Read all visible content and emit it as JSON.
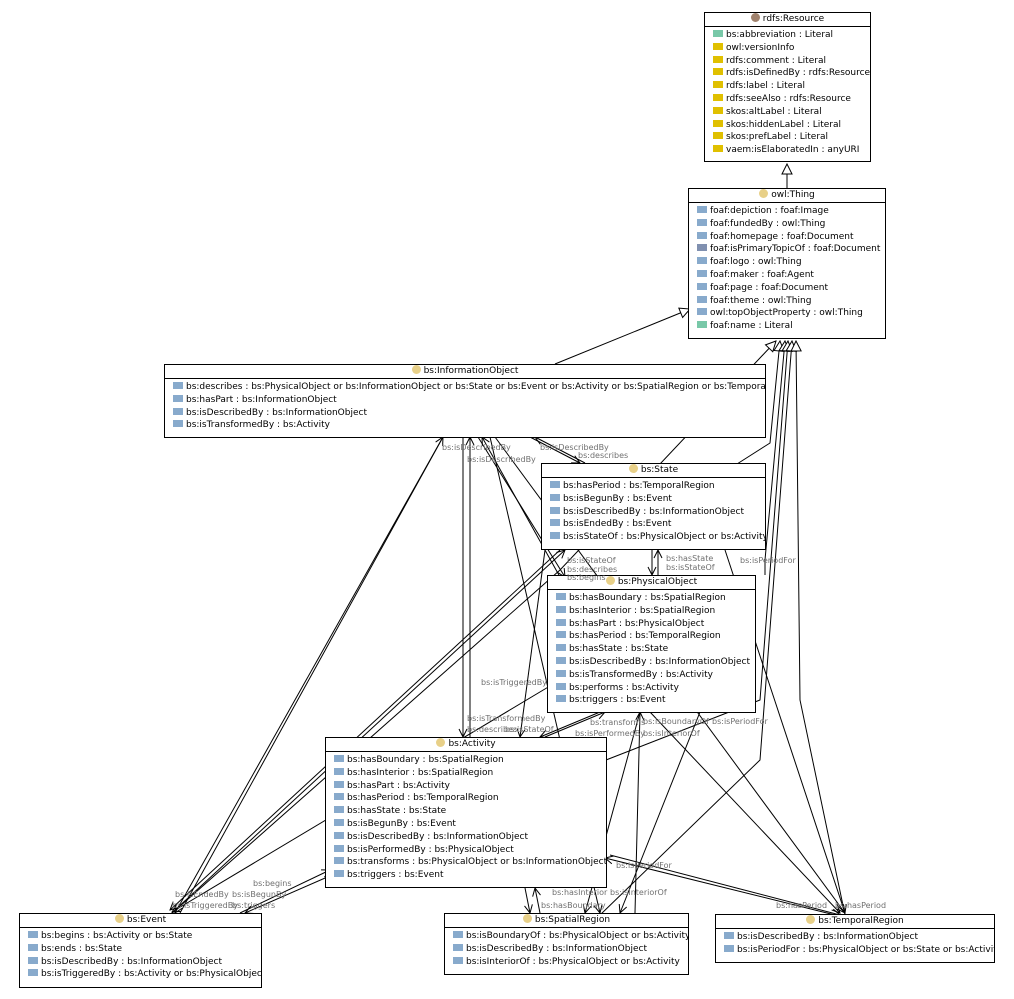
{
  "colors": {
    "resource_icon": "#a0826d",
    "class_icon": "#e8d088",
    "literal_attr": "#78c8a8",
    "annotation_attr": "#e0c000",
    "object_attr": "#88aacc",
    "inverse_attr": "#8090b0"
  },
  "classes": [
    {
      "id": "resource",
      "title": "rdfs:Resource",
      "icon": "resource-icon",
      "attributes": [
        {
          "label": "bs:abbreviation : Literal",
          "kind": "literal"
        },
        {
          "label": "owl:versionInfo",
          "kind": "annotation"
        },
        {
          "label": "rdfs:comment : Literal",
          "kind": "annotation"
        },
        {
          "label": "rdfs:isDefinedBy : rdfs:Resource",
          "kind": "annotation"
        },
        {
          "label": "rdfs:label : Literal",
          "kind": "annotation"
        },
        {
          "label": "rdfs:seeAlso : rdfs:Resource",
          "kind": "annotation"
        },
        {
          "label": "skos:altLabel : Literal",
          "kind": "annotation"
        },
        {
          "label": "skos:hiddenLabel : Literal",
          "kind": "annotation"
        },
        {
          "label": "skos:prefLabel : Literal",
          "kind": "annotation"
        },
        {
          "label": "vaem:isElaboratedIn : anyURI",
          "kind": "annotation"
        }
      ]
    },
    {
      "id": "thing",
      "title": "owl:Thing",
      "icon": "class-icon",
      "attributes": [
        {
          "label": "foaf:depiction : foaf:Image",
          "kind": "object"
        },
        {
          "label": "foaf:fundedBy : owl:Thing",
          "kind": "object"
        },
        {
          "label": "foaf:homepage : foaf:Document",
          "kind": "object"
        },
        {
          "label": "foaf:isPrimaryTopicOf : foaf:Document",
          "kind": "inverse"
        },
        {
          "label": "foaf:logo : owl:Thing",
          "kind": "object"
        },
        {
          "label": "foaf:maker : foaf:Agent",
          "kind": "object"
        },
        {
          "label": "foaf:page : foaf:Document",
          "kind": "object"
        },
        {
          "label": "foaf:theme : owl:Thing",
          "kind": "object"
        },
        {
          "label": "owl:topObjectProperty : owl:Thing",
          "kind": "object"
        },
        {
          "label": "foaf:name : Literal",
          "kind": "literal"
        }
      ]
    },
    {
      "id": "information-object",
      "title": "bs:InformationObject",
      "icon": "class-icon",
      "attributes": [
        {
          "label": "bs:describes : bs:PhysicalObject or bs:InformationObject or bs:State or bs:Event or bs:Activity or bs:SpatialRegion or bs:TemporalRegion",
          "kind": "object"
        },
        {
          "label": "bs:hasPart : bs:InformationObject",
          "kind": "object"
        },
        {
          "label": "bs:isDescribedBy : bs:InformationObject",
          "kind": "object"
        },
        {
          "label": "bs:isTransformedBy : bs:Activity",
          "kind": "object"
        }
      ]
    },
    {
      "id": "state",
      "title": "bs:State",
      "icon": "class-icon",
      "attributes": [
        {
          "label": "bs:hasPeriod : bs:TemporalRegion",
          "kind": "object"
        },
        {
          "label": "bs:isBegunBy : bs:Event",
          "kind": "object"
        },
        {
          "label": "bs:isDescribedBy : bs:InformationObject",
          "kind": "object"
        },
        {
          "label": "bs:isEndedBy : bs:Event",
          "kind": "object"
        },
        {
          "label": "bs:isStateOf : bs:PhysicalObject or bs:Activity",
          "kind": "object"
        }
      ]
    },
    {
      "id": "physical-object",
      "title": "bs:PhysicalObject",
      "icon": "class-icon",
      "attributes": [
        {
          "label": "bs:hasBoundary : bs:SpatialRegion",
          "kind": "object"
        },
        {
          "label": "bs:hasInterior : bs:SpatialRegion",
          "kind": "object"
        },
        {
          "label": "bs:hasPart : bs:PhysicalObject",
          "kind": "object"
        },
        {
          "label": "bs:hasPeriod : bs:TemporalRegion",
          "kind": "object"
        },
        {
          "label": "bs:hasState : bs:State",
          "kind": "object"
        },
        {
          "label": "bs:isDescribedBy : bs:InformationObject",
          "kind": "object"
        },
        {
          "label": "bs:isTransformedBy : bs:Activity",
          "kind": "object"
        },
        {
          "label": "bs:performs : bs:Activity",
          "kind": "object"
        },
        {
          "label": "bs:triggers : bs:Event",
          "kind": "object"
        }
      ]
    },
    {
      "id": "activity",
      "title": "bs:Activity",
      "icon": "class-icon",
      "attributes": [
        {
          "label": "bs:hasBoundary : bs:SpatialRegion",
          "kind": "object"
        },
        {
          "label": "bs:hasInterior : bs:SpatialRegion",
          "kind": "object"
        },
        {
          "label": "bs:hasPart : bs:Activity",
          "kind": "object"
        },
        {
          "label": "bs:hasPeriod : bs:TemporalRegion",
          "kind": "object"
        },
        {
          "label": "bs:hasState : bs:State",
          "kind": "object"
        },
        {
          "label": "bs:isBegunBy : bs:Event",
          "kind": "object"
        },
        {
          "label": "bs:isDescribedBy : bs:InformationObject",
          "kind": "object"
        },
        {
          "label": "bs:isPerformedBy : bs:PhysicalObject",
          "kind": "object"
        },
        {
          "label": "bs:transforms : bs:PhysicalObject or bs:InformationObject",
          "kind": "object"
        },
        {
          "label": "bs:triggers : bs:Event",
          "kind": "object"
        }
      ]
    },
    {
      "id": "event",
      "title": "bs:Event",
      "icon": "class-icon",
      "attributes": [
        {
          "label": "bs:begins : bs:Activity or bs:State",
          "kind": "object"
        },
        {
          "label": "bs:ends : bs:State",
          "kind": "object"
        },
        {
          "label": "bs:isDescribedBy : bs:InformationObject",
          "kind": "object"
        },
        {
          "label": "bs:isTriggeredBy : bs:Activity or bs:PhysicalObject",
          "kind": "object"
        }
      ]
    },
    {
      "id": "spatial-region",
      "title": "bs:SpatialRegion",
      "icon": "class-icon",
      "attributes": [
        {
          "label": "bs:isBoundaryOf : bs:PhysicalObject or bs:Activity",
          "kind": "object"
        },
        {
          "label": "bs:isDescribedBy : bs:InformationObject",
          "kind": "object"
        },
        {
          "label": "bs:isInteriorOf : bs:PhysicalObject or bs:Activity",
          "kind": "object"
        }
      ]
    },
    {
      "id": "temporal-region",
      "title": "bs:TemporalRegion",
      "icon": "class-icon",
      "attributes": [
        {
          "label": "bs:isDescribedBy : bs:InformationObject",
          "kind": "object"
        },
        {
          "label": "bs:isPeriodFor : bs:PhysicalObject or bs:State or bs:Activity",
          "kind": "object"
        }
      ]
    }
  ],
  "edge_labels": [
    "bs:isDescribedBy",
    "bs:isDescribedBy",
    "bs:describes",
    "bs:isDescribedBy",
    "bs:hasState",
    "bs:isStateOf",
    "bs:isStateOf",
    "bs:describes",
    "bs:begins",
    "bs:isPeriodFor",
    "bs:isTriggeredBy",
    "bs:isTransformedBy",
    "bs:describes",
    "bs:isStateOf",
    "bs:transforms",
    "bs:isBoundaryOf",
    "bs:isPeriodFor",
    "bs:isPerformedBy",
    "bs:isInteriorOf",
    "bs:isPeriodFor",
    "bs:isEndedBy",
    "bs:isBegunBy",
    "bs:isTriggeredBy",
    "bs:begins",
    "bs:triggers",
    "bs:hasInterior",
    "bs:isInteriorOf",
    "bs:hasBoundary",
    "bs:hasPeriod",
    "bs:hasPeriod"
  ]
}
